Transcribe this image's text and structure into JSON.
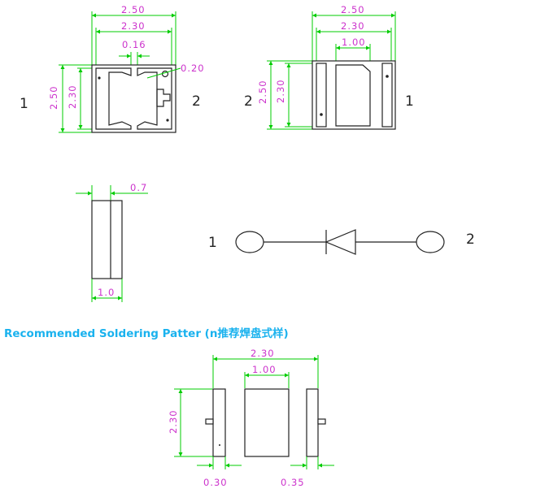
{
  "colors": {
    "dimension_line": "#00cc00",
    "dimension_text": "#cc33cc",
    "outline": "#222222",
    "title": "#1ab2ee"
  },
  "top_view": {
    "width_outer": "2.50",
    "width_inner": "2.30",
    "gap": "0.16",
    "corner": "0.20",
    "height_outer": "2.50",
    "height_inner": "2.30",
    "pin_left": "1",
    "pin_right": "2"
  },
  "bottom_view": {
    "width_outer": "2.50",
    "width_inner": "2.30",
    "pad_width": "1.00",
    "height_outer": "2.50",
    "height_inner": "2.30",
    "pin_left": "2",
    "pin_right": "1"
  },
  "side_view": {
    "thickness_top": "0.7",
    "thickness_bottom": "1.0"
  },
  "schematic": {
    "pin_left": "1",
    "pin_right": "2"
  },
  "soldering": {
    "title": "Recommended Soldering Patter (n推荐焊盘式样)",
    "width": "2.30",
    "pad_width": "1.00",
    "height": "2.30",
    "left_dim": "0.30",
    "right_dim": "0.35"
  }
}
